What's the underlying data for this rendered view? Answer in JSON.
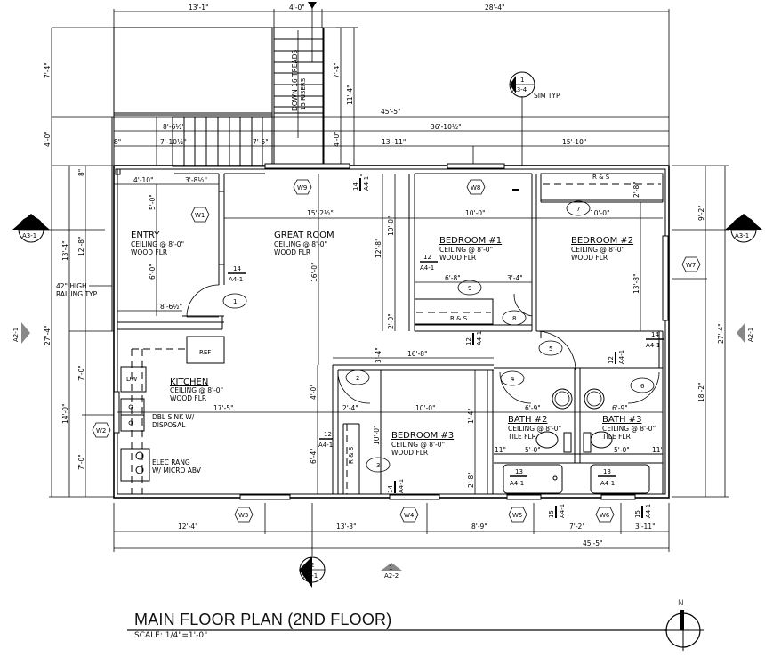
{
  "drawing": {
    "title": "MAIN FLOOR PLAN (2ND FLOOR)",
    "scale": "SCALE: 1/4\"=1'-0\"",
    "north_label": "N"
  },
  "rooms": [
    {
      "name": "ENTRY",
      "ceiling": "CEILING @ 8'-0\"",
      "floor": "WOOD FLR"
    },
    {
      "name": "GREAT ROOM",
      "ceiling": "CEILING @ 8'-0\"",
      "floor": "WOOD FLR"
    },
    {
      "name": "BEDROOM #1",
      "ceiling": "CEILING @ 8'-0\"",
      "floor": "WOOD FLR"
    },
    {
      "name": "BEDROOM #2",
      "ceiling": "CEILING @ 8'-0\"",
      "floor": "WOOD FLR"
    },
    {
      "name": "KITCHEN",
      "ceiling": "CEILING @ 8'-0\"",
      "floor": "WOOD FLR"
    },
    {
      "name": "BEDROOM #3",
      "ceiling": "CEILING @ 8'-0\"",
      "floor": "WOOD FLR"
    },
    {
      "name": "BATH #2",
      "ceiling": "CEILING @ 8'-0\"",
      "floor": "TILE FLR"
    },
    {
      "name": "BATH #3",
      "ceiling": "CEILING @ 8'-0\"",
      "floor": "TILE FLR"
    }
  ],
  "notes": {
    "stairs": "DOWN 16 TREADS",
    "risers": "15 RISERS",
    "railing_1": "42\" HIGH",
    "railing_2": "RAILING TYP",
    "sink_1": "DBL SINK W/",
    "sink_2": "DISPOSAL",
    "range_1": "ELEC RANG",
    "range_2": "W/ MICRO ABV",
    "ref": "REF",
    "dw": "DW",
    "rs": "R & S",
    "sim": "SIM TYP"
  },
  "windows": [
    "W1",
    "W2",
    "W3",
    "W4",
    "W5",
    "W6",
    "W7",
    "W8",
    "W9"
  ],
  "doors": [
    "1",
    "2",
    "3",
    "4",
    "5",
    "6",
    "7",
    "8",
    "9"
  ],
  "section_markers": [
    {
      "num": "1",
      "sheet": "A3-4"
    },
    {
      "num": "1",
      "sheet": "A3-1"
    },
    {
      "num": "2",
      "sheet": "A3-1"
    },
    {
      "num": "1",
      "sheet": "A2-2"
    },
    {
      "num": "1",
      "sheet": "A2-1"
    },
    {
      "num": "2",
      "sheet": "A2-1"
    }
  ],
  "detail_tags": {
    "d14": "14",
    "d12": "12",
    "d13": "13",
    "d15": "15",
    "sheet": "A4-1"
  },
  "dimensions": {
    "top": [
      "13'-1\"",
      "4'-0\"",
      "28'-4\"",
      "45'-5\"",
      "36'-10½\"",
      "13'-11\"",
      "15'-10\"",
      "8'-6½\"",
      "7'-10½\"",
      "7'-5\"",
      "8\""
    ],
    "interior": [
      "4'-10\"",
      "3'-8½\"",
      "15'-2½\"",
      "10'-0\"",
      "10'-0\"",
      "6'-8\"",
      "3'-4\"",
      "16'-8\"",
      "17'-5\"",
      "10'-0\"",
      "2'-4\"",
      "6'-9\"",
      "6'-9\"",
      "5'-0\"",
      "5'-0\"",
      "11\"",
      "11\"",
      "8'-6½\"",
      "2'-4\""
    ],
    "vertical_interior": [
      "5'-0\"",
      "6'-0\"",
      "16'-0\"",
      "12'-8\"",
      "10'-0\"",
      "2'-0\"",
      "4'-0\"",
      "6'-4\"",
      "10'-0\"",
      "1'-4\"",
      "2'-8\"",
      "3'-4\"",
      "13'-8\"",
      "2'-8\"",
      "1'-4\""
    ],
    "left": [
      "7'-4\"",
      "4'-0\"",
      "13'-4\"",
      "12'-8\"",
      "27'-4\"",
      "14'-0\"",
      "7'-0\"",
      "7'-0\"",
      "8\""
    ],
    "right": [
      "7'-4\"",
      "11'-4\"",
      "4'-0\"",
      "9'-2\"",
      "18'-2\"",
      "27'-4\""
    ],
    "bottom": [
      "12'-4\"",
      "13'-3\"",
      "8'-9\"",
      "7'-2\"",
      "3'-11\"",
      "45'-5\""
    ]
  }
}
